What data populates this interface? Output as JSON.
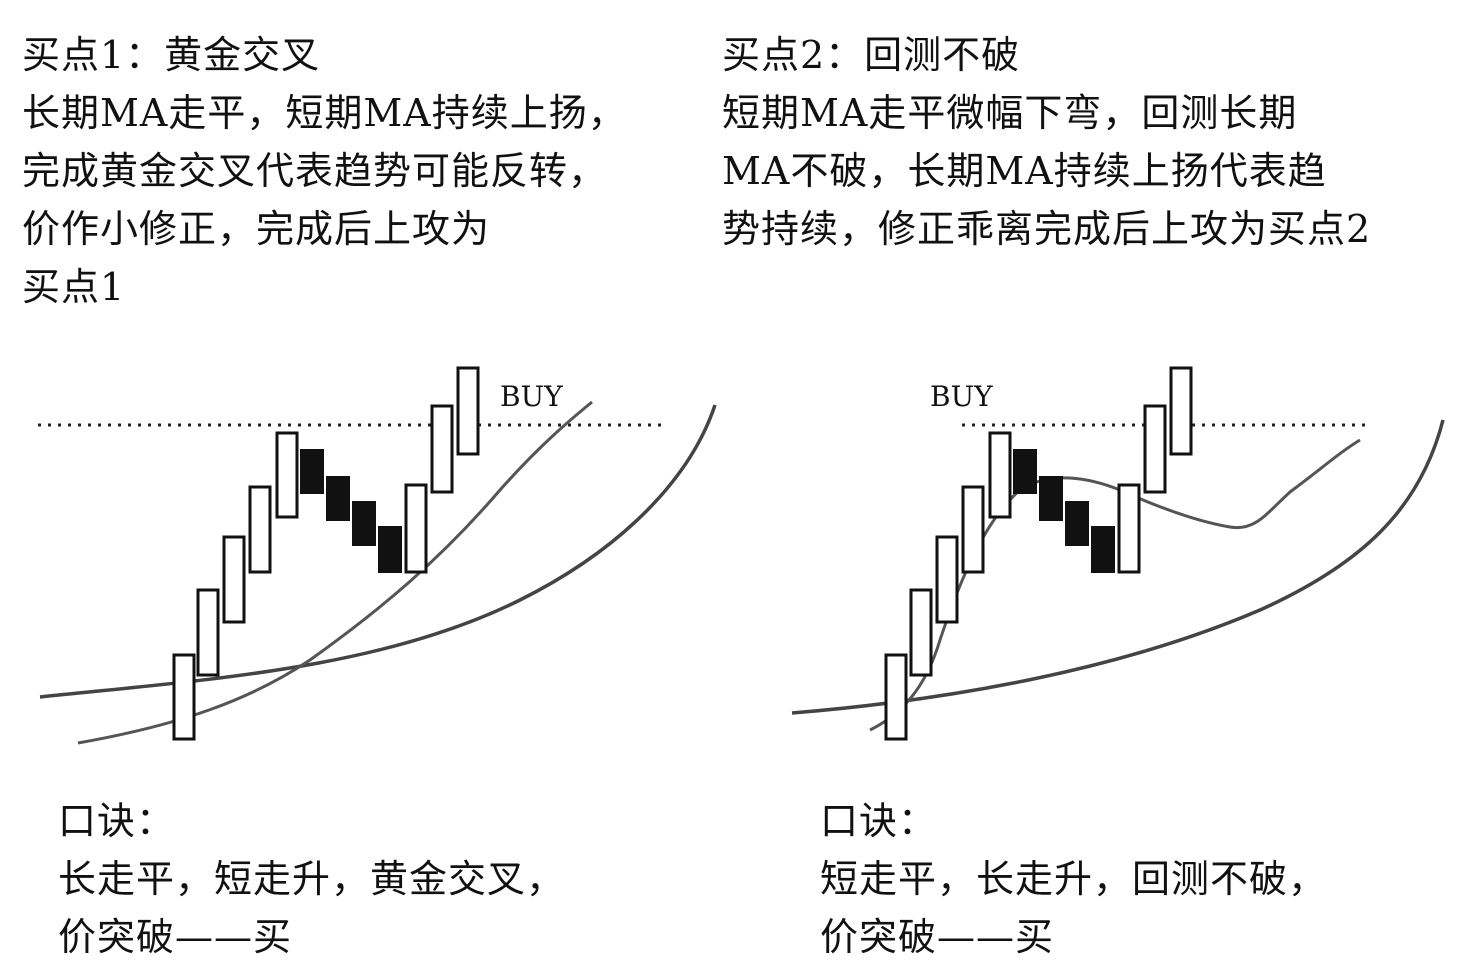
{
  "left": {
    "heading": "买点1：黄金交叉",
    "description_lines": [
      "长期MA走平，短期MA持续上扬，",
      "完成黄金交叉代表趋势可能反转，",
      "价作小修正，完成后上攻为",
      "买点1"
    ],
    "buy_label": "BUY",
    "koujue_title": "口诀：",
    "koujue_lines": [
      "长走平，短走升，黄金交叉，",
      "价突破——买"
    ]
  },
  "right": {
    "heading": "买点2：回测不破",
    "description_lines": [
      "短期MA走平微幅下弯，回测长期",
      "MA不破，长期MA持续上扬代表趋",
      "势持续，修正乖离完成后上攻为买点2"
    ],
    "buy_label": "BUY",
    "koujue_title": "口诀：",
    "koujue_lines": [
      "短走平，长走升，回测不破，",
      "价突破——买"
    ]
  },
  "colors": {
    "text": "#111111",
    "bull_candle_fill": "#ffffff",
    "bear_candle_fill": "#111111",
    "ma_line": "#444444",
    "dotted_line": "#222222"
  }
}
